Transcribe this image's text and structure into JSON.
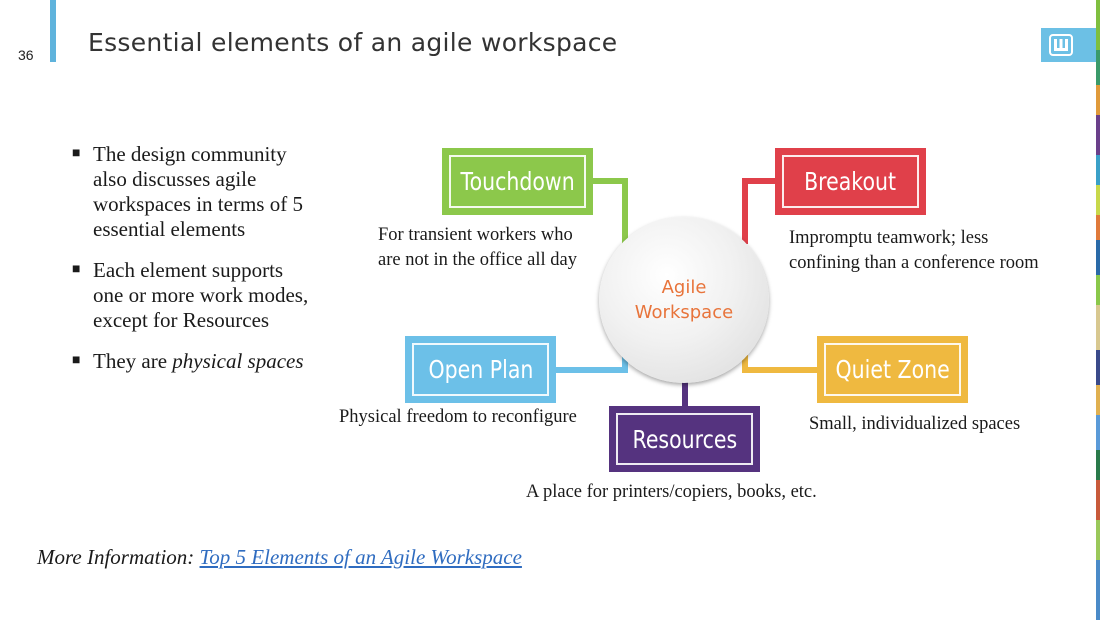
{
  "slide": {
    "number": "36",
    "title": "Essential elements of an agile workspace"
  },
  "bullets": [
    {
      "text": "The design community also discusses agile workspaces in terms of 5 essential elements"
    },
    {
      "text": "Each element supports one or more work modes, except for Resources"
    },
    {
      "prefix": "They are ",
      "emphasis": "physical spaces"
    }
  ],
  "diagram": {
    "center": "Agile Workspace",
    "elements": [
      {
        "label": "Touchdown",
        "description_line1": "For transient workers who",
        "description_line2": "are not in the office all day",
        "color": "#8cc84b"
      },
      {
        "label": "Breakout",
        "description_line1": "Impromptu teamwork; less",
        "description_line2": "confining than a conference room",
        "color": "#e0404a"
      },
      {
        "label": "Open Plan",
        "description_line1": "Physical freedom to reconfigure",
        "color": "#6cc0e8"
      },
      {
        "label": "Quiet Zone",
        "description_line1": "Small, individualized spaces",
        "color": "#efb940"
      },
      {
        "label": "Resources",
        "description_line1": "A place for printers/copiers, books, etc.",
        "color": "#55337f"
      }
    ],
    "center_text_color": "#e8743b"
  },
  "more_info": {
    "prefix": "More Information: ",
    "link_text": "Top 5 Elements of  an Agile Workspace"
  },
  "icons": {
    "logo": "institution-logo-icon",
    "bullet": "square-bullet-icon"
  }
}
